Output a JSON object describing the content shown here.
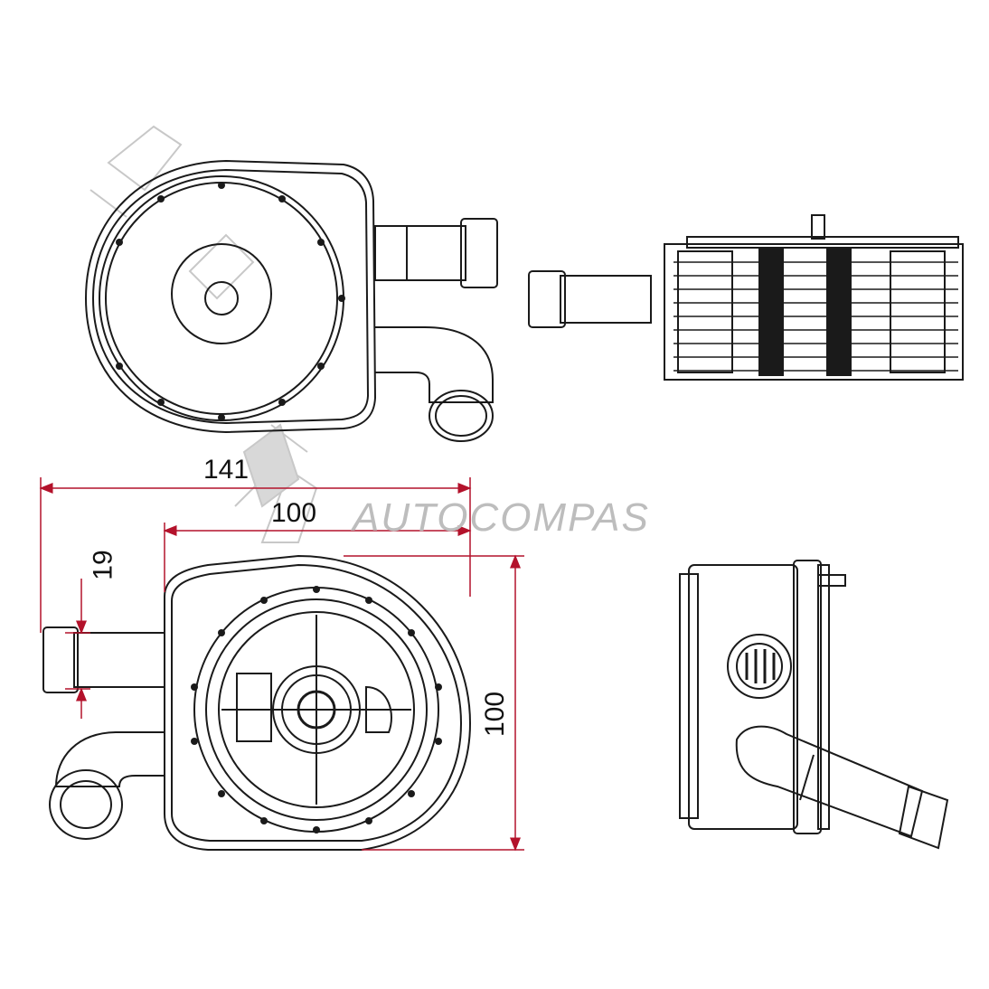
{
  "drawing": {
    "views": [
      "top-view",
      "side-view",
      "front-view",
      "end-view"
    ]
  },
  "dimensions": {
    "overall_width": "141",
    "body_width": "100",
    "pipe_height": "19",
    "body_height": "100"
  },
  "watermark": {
    "text": "AUTOCOMPAS"
  },
  "colors": {
    "line": "#1a1a1a",
    "dimension": "#b3122b",
    "watermark": "#bdbdbd"
  }
}
